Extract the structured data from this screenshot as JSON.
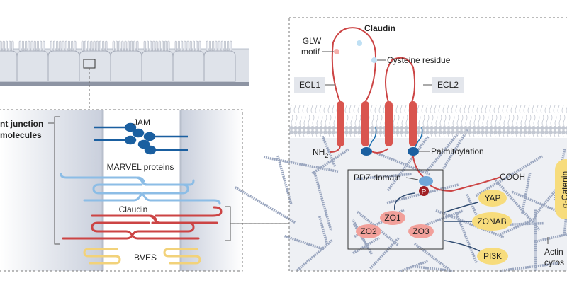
{
  "left_panel": {
    "group_label_line1": "nt junction",
    "group_label_line2": "molecules",
    "proteins": [
      "JAM",
      "MARVEL proteins",
      "Claudin",
      "BVES"
    ]
  },
  "right_panel": {
    "title": "Claudin",
    "glw_line1": "GLW",
    "glw_line2": "motif",
    "cysteine": "Cysteine residue",
    "ecl1": "ECL1",
    "ecl2": "ECL2",
    "nh2": "NH",
    "nh2_sub": "2",
    "palmitoylation": "Palmitoylation",
    "pdz": "PDZ domain",
    "cooh": "COOH",
    "phospho": "P",
    "zo": [
      "ZO1",
      "ZO2",
      "ZO3"
    ],
    "effectors": [
      "YAP",
      "ZONAB",
      "PI3K"
    ],
    "catenin": "α-Catenin",
    "actin_line1": "Actin",
    "actin_line2": "cytos"
  },
  "colors": {
    "claudin": "#cc4444",
    "jam": "#1a5fa0",
    "marvel": "#7fb4e0",
    "bves": "#f2d27a",
    "zo": "#f2a09a",
    "effector": "#f7dc7c",
    "actin": "#9aa6bf",
    "membrane": "#c9ced8"
  }
}
